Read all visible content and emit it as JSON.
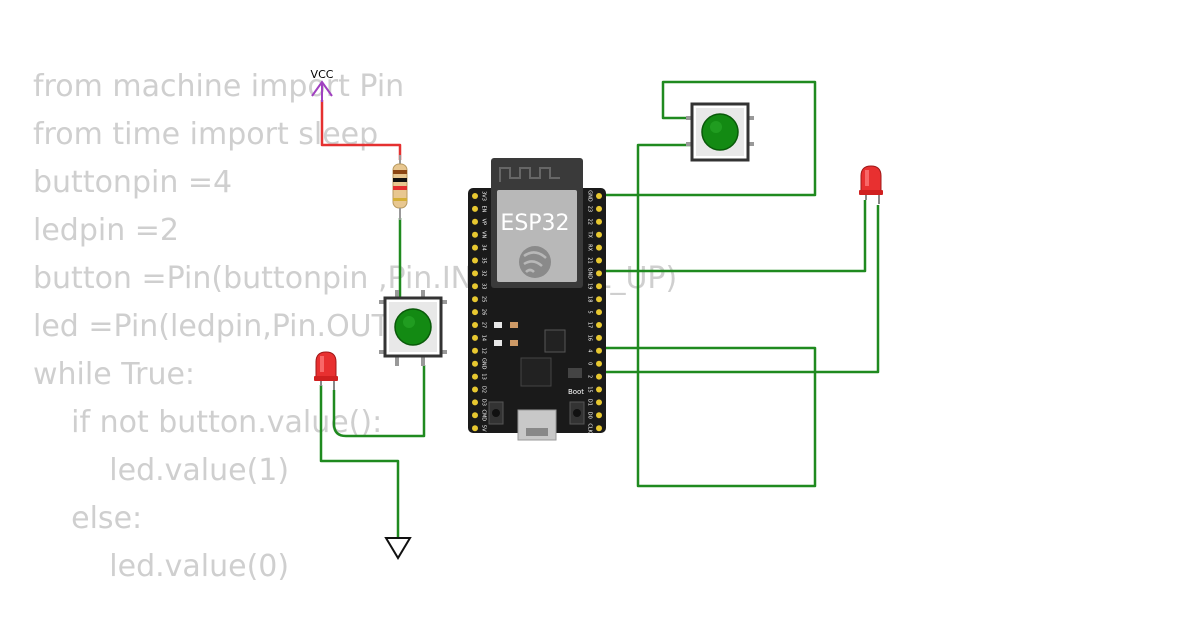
{
  "code": {
    "lines": [
      "from machine import Pin",
      "from time import sleep",
      "buttonpin =4",
      "ledpin =2",
      "button =Pin(buttonpin ,Pin.IN,Pin.PULL_UP)",
      "led =Pin(ledpin,Pin.OUT)",
      "while True:",
      "    if not button.value():",
      "        led.value(1)",
      "    else:",
      "        led.value(0)"
    ]
  },
  "circuit": {
    "vcc_label": "VCC",
    "board": {
      "label": "ESP32",
      "boot_label": "Boot",
      "left_pins": [
        "3V3",
        "EN",
        "VP",
        "VN",
        "34",
        "35",
        "32",
        "33",
        "25",
        "26",
        "27",
        "14",
        "12",
        "GND",
        "13",
        "D2",
        "D3",
        "CMD",
        "5V"
      ],
      "right_pins": [
        "GND",
        "23",
        "22",
        "TX",
        "RX",
        "21",
        "GND",
        "19",
        "18",
        "5",
        "17",
        "16",
        "4",
        "0",
        "2",
        "15",
        "D1",
        "D0",
        "CLK"
      ]
    },
    "colors": {
      "wire_green": "#1f8a1f",
      "wire_red": "#e53030",
      "vcc_symbol": "#a040c0",
      "board": "#1a1a1a",
      "pin": "#e8c830",
      "led": "#e83030",
      "button_cap": "#138a13"
    }
  }
}
